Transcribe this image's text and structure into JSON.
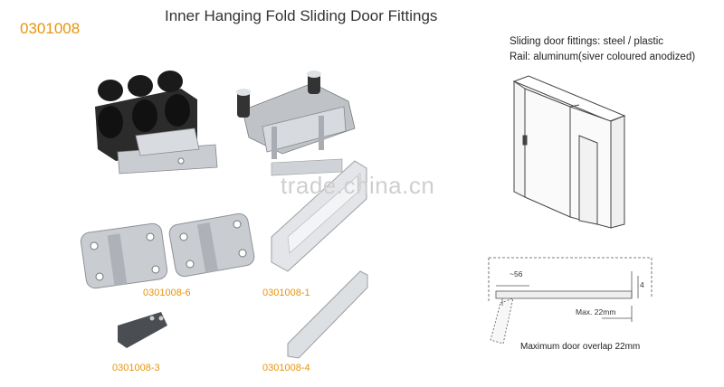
{
  "header": {
    "product_code": "0301008",
    "title": "Inner Hanging Fold Sliding Door Fittings"
  },
  "specs": {
    "fittings": "Sliding door fittings: steel / plastic",
    "rail": "Rail: aluminum(siver coloured anodized)"
  },
  "parts": [
    {
      "code": "0301008-6"
    },
    {
      "code": "0301008-1"
    },
    {
      "code": "0301008-3"
    },
    {
      "code": "0301008-4"
    }
  ],
  "watermark": "trade.china.cn",
  "diagram": {
    "dim_56": "~56",
    "dim_4": "4",
    "max_overlap": "Max. 22mm",
    "caption": "Maximum door overlap  22mm"
  },
  "colors": {
    "code_orange": "#e8940c",
    "metal": "#c9ccd1",
    "plastic": "#222222"
  }
}
